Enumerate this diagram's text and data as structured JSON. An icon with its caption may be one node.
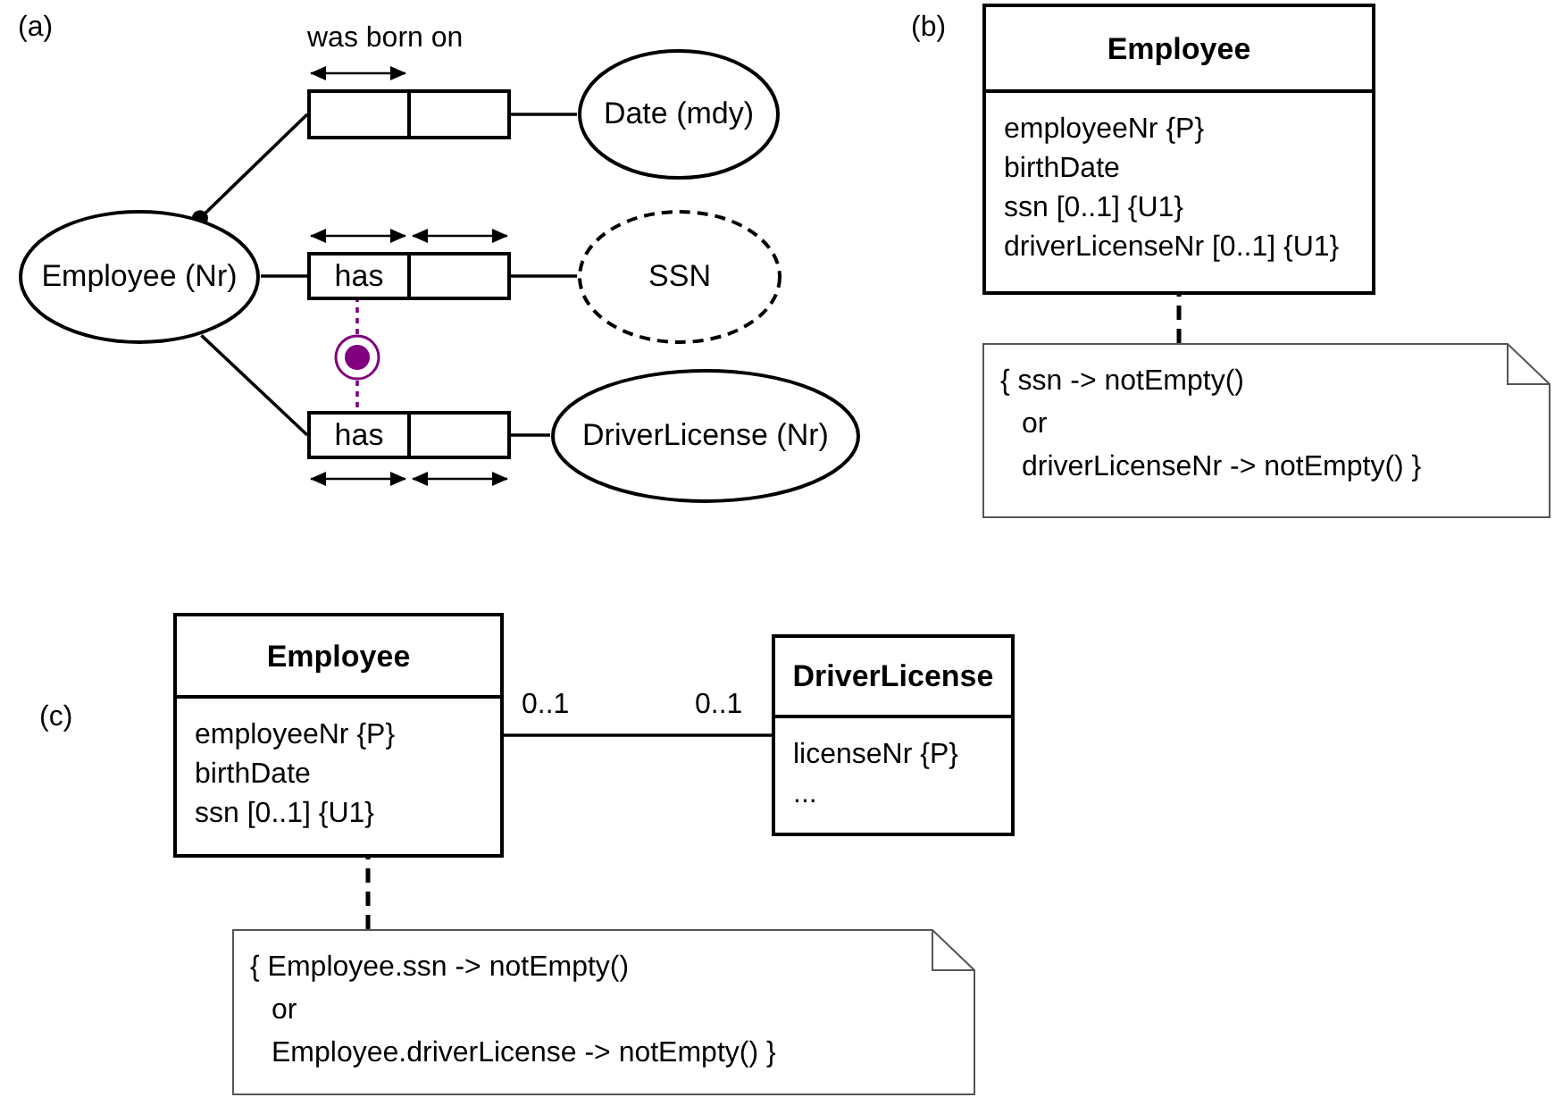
{
  "diagram": {
    "nodes": [
      {
        "text": [
          "Employee (Nr)"
        ]
      },
      {
        "text": [],
        "shape": "box"
      },
      {
        "text": [
          "Date (mdy)"
        ]
      },
      {
        "text": [
          "has"
        ]
      },
      {
        "text": [
          "SSN"
        ]
      },
      {
        "text": [
          "has"
        ]
      },
      {
        "text": [
          "DriverLicense (Nr)"
        ]
      },
      {
        "text": [],
        "shape": "circle"
      },
      {
        "text": [
          "Employee",
          "employeeNr {P}",
          "birthDate",
          "ssn [0..1] {U1}",
          "driverLicenseNr [0..1] {U1}"
        ]
      },
      {
        "text": [
          "{ ssn -> notEmpty()",
          "or",
          "driverLicenseNr -> notEmpty() }"
        ]
      },
      {
        "text": [
          "Employee",
          "employeeNr {P}",
          "birthDate",
          "ssn [0..1] {U1}"
        ]
      },
      {
        "text": [
          "DriverLicense",
          "licenseNr {P}",
          "..."
        ]
      },
      {
        "text": [
          "{ Employee.ssn -> notEmpty()",
          "or",
          "Employee.driverLicense -> notEmpty() }"
        ]
      }
    ],
    "edges": [
      {
        "from": 0,
        "to": 1,
        "arrow": "other"
      },
      {
        "from": 1,
        "to": 2,
        "arrow": "none"
      },
      {
        "from": 0,
        "to": 3,
        "arrow": "none"
      },
      {
        "from": 3,
        "to": 4,
        "arrow": "none"
      },
      {
        "from": 0,
        "to": 5,
        "arrow": "none"
      },
      {
        "from": 5,
        "to": 6,
        "arrow": "none"
      },
      {
        "from": 7,
        "to": 3,
        "arrow": "none",
        "style": "dashed",
        "color": "#800080"
      },
      {
        "from": 7,
        "to": 5,
        "arrow": "none",
        "style": "dashed",
        "color": "#800080"
      },
      {
        "from": 9,
        "to": 8,
        "arrow": "none",
        "style": "dashed"
      },
      {
        "from": 10,
        "to": 11,
        "arrow": "none"
      },
      {
        "from": 12,
        "to": 10,
        "arrow": "none",
        "style": "dashed"
      }
    ],
    "labels": [
      "(a)",
      "was born on",
      "(b)",
      "(c)",
      "0..1",
      "0..1"
    ]
  }
}
